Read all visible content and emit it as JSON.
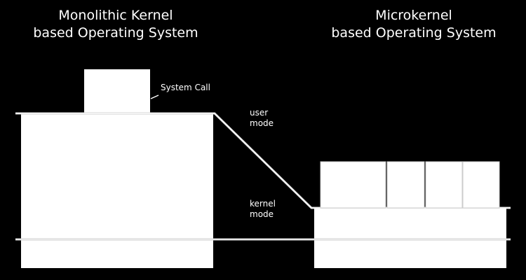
{
  "colors": {
    "background": "#000000",
    "foreground": "#ffffff",
    "outline": "#cccccc"
  },
  "monolithic": {
    "title_line1": "Monolithic Kernel",
    "title_line2": "based Operating System",
    "system_call_label": "System Call"
  },
  "microkernel": {
    "title_line1": "Microkernel",
    "title_line2": "based Operating System",
    "server_count": 4
  },
  "modes": {
    "user_label_line1": "user",
    "user_label_line2": "mode",
    "kernel_label_line1": "kernel",
    "kernel_label_line2": "mode"
  }
}
